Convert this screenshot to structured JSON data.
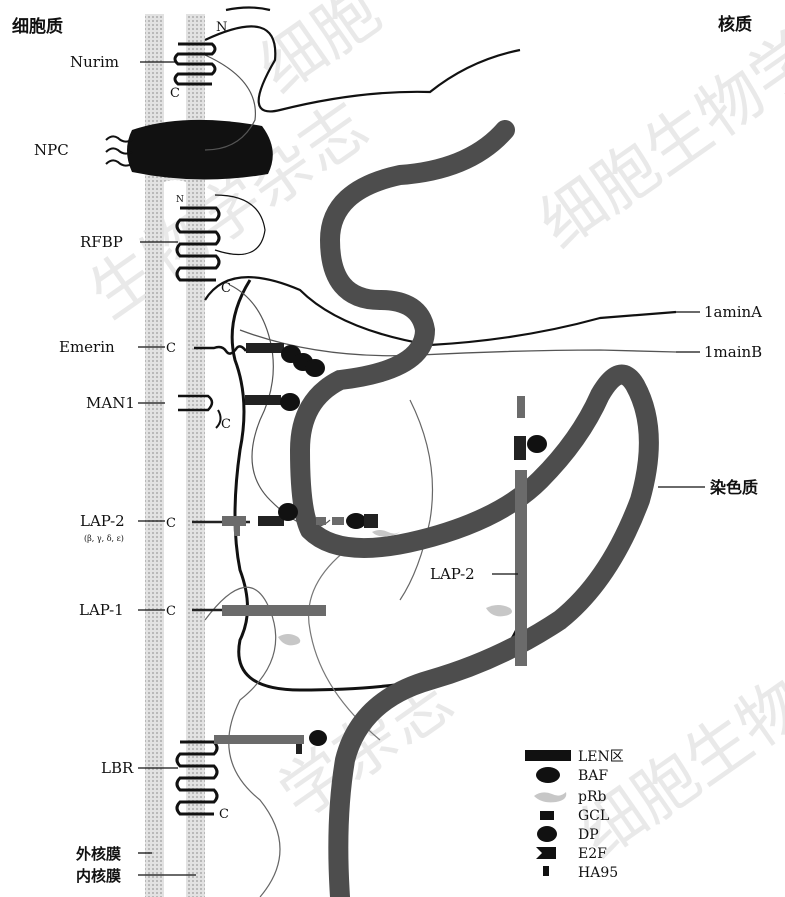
{
  "regions": {
    "cytoplasm": "细胞质",
    "nucleoplasm": "核质"
  },
  "proteins": {
    "nurim": "Nurim",
    "npc": "NPC",
    "rfbp": "RFBP",
    "emerin": "Emerin",
    "man1": "MAN1",
    "lap2_membrane": "LAP-2",
    "lap2_isoforms": "(β, γ, δ, ε)",
    "lap1": "LAP-1",
    "lbr": "LBR",
    "lap2_nucleoplasmic": "LAP-2"
  },
  "membranes": {
    "outer": "外核膜",
    "inner": "内核膜"
  },
  "termini": {
    "n": "N",
    "c": "C"
  },
  "lamina": {
    "lamin_a": "1aminA",
    "lamin_b": "1mainB"
  },
  "chromatin": "染色质",
  "legend": {
    "items": [
      {
        "label": "LEN区",
        "icon": "bar-icon"
      },
      {
        "label": "BAF",
        "icon": "ellipse-icon"
      },
      {
        "label": "pRb",
        "icon": "speckle-icon"
      },
      {
        "label": "GCL",
        "icon": "small-bar-icon"
      },
      {
        "label": "DP",
        "icon": "ellipse-icon"
      },
      {
        "label": "E2F",
        "icon": "notched-block-icon"
      },
      {
        "label": "HA95",
        "icon": "tick-icon"
      }
    ]
  },
  "watermark": [
    "细胞",
    "生物学杂志",
    "细胞生物学杂志",
    "学杂志",
    "细胞生物"
  ],
  "colors": {
    "ink": "#111111",
    "membrane_fill": "#d9d9d9",
    "membrane_dot": "#b5b5b5",
    "protein_dark": "#222222",
    "protein_gray": "#6b6b6b",
    "speckle": "#c7c7c7",
    "watermark": "#e9e9e9"
  }
}
